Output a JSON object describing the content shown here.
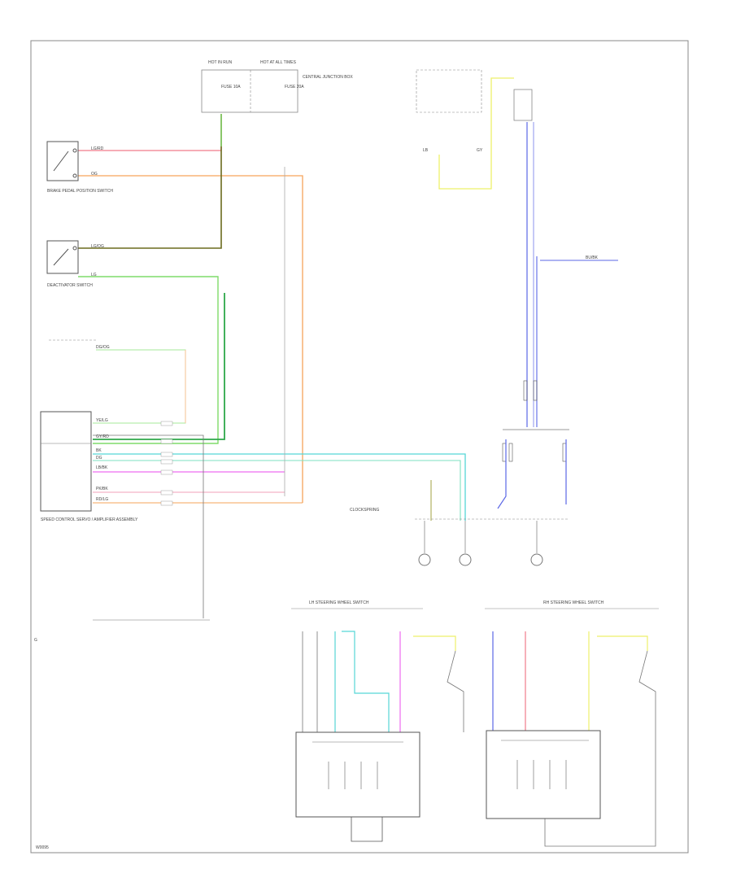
{
  "colors": {
    "red_pink": "#f07a8a",
    "orange": "#f6a35a",
    "dark_green": "#6b6b1e",
    "light_green": "#7fdc6a",
    "green": "#2ea84a",
    "cyan": "#56d6d6",
    "magenta": "#ee6cf0",
    "blue": "#5b67e6",
    "yellow": "#eef06a",
    "gray": "#777777",
    "frame": "#888888"
  },
  "labels": {
    "hot_in_run": "HOT IN RUN",
    "hot_at_all_times": "HOT AT ALL TIMES",
    "fuse_10a": "FUSE 10A",
    "fuse_20a": "FUSE 20A",
    "central_junction_box": "CENTRAL JUNCTION BOX",
    "brake_pedal_switch": "BRAKE PEDAL POSITION SWITCH",
    "speed_control_servo": "SPEED CONTROL SERVO / AMPLIFIER ASSEMBLY",
    "deactivator_switch": "DEACTIVATOR SWITCH",
    "clockspring": "CLOCKSPRING",
    "lh_steering_wheel_switch": "LH STEERING WHEEL SWITCH",
    "rh_steering_wheel_switch": "RH STEERING WHEEL SWITCH",
    "diagram_id": "W0095"
  },
  "wires": {
    "lg_rd": "LG/RD",
    "og": "OG",
    "lg_og": "LG/OG",
    "lg": "LG",
    "dg_og": "DG/OG",
    "yel_lg": "YE/LG",
    "gy_rd": "GY/RD",
    "bk": "BK",
    "dg": "DG",
    "lb_bk": "LB/BK",
    "pk_bk": "PK/BK",
    "lb": "LB",
    "gy": "GY",
    "rd_lg": "RD/LG",
    "bu_bk": "BU/BK"
  }
}
